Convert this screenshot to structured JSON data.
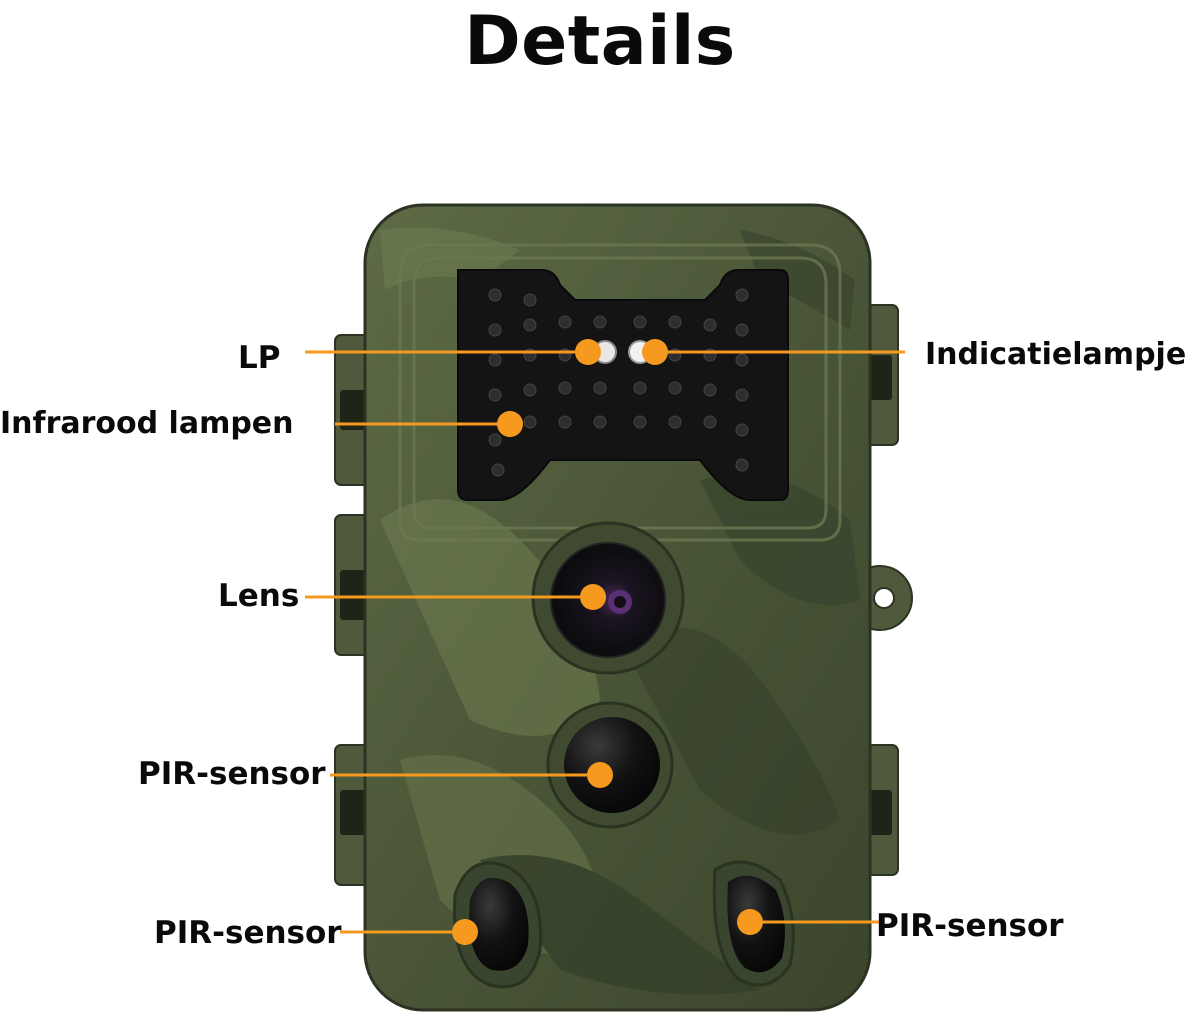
{
  "title": "Details",
  "colors": {
    "accent": "#f59a1f",
    "body": "#4b5a38",
    "text": "#0a0a0a"
  },
  "labels": {
    "lp": "LP",
    "indicator": "Indicatielampje",
    "infrared": "Infrarood lampen",
    "lens": "Lens",
    "pir_center": "PIR-sensor",
    "pir_left": "PIR-sensor",
    "pir_right": "PIR-sensor"
  }
}
